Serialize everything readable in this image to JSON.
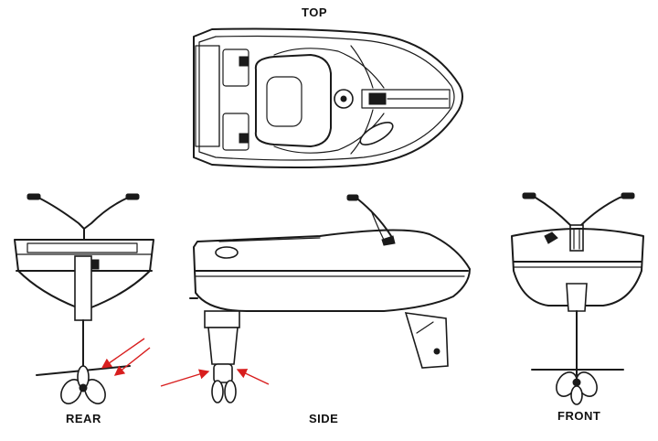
{
  "views": {
    "top": "TOP",
    "rear": "REAR",
    "side": "SIDE",
    "front": "FRONT"
  },
  "colors": {
    "ink": "#1a1a1a",
    "annotation_arrow": "#d81e1e",
    "background": "#ffffff"
  }
}
